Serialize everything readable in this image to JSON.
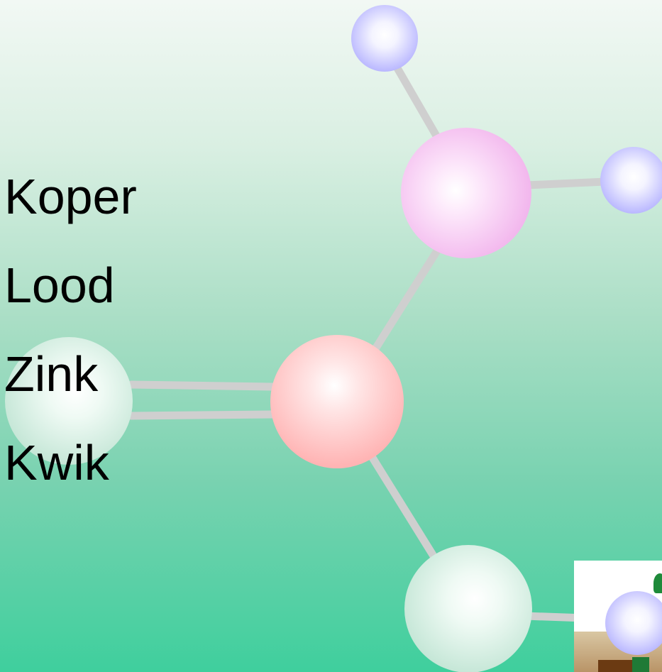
{
  "list": {
    "items": [
      "Koper",
      "Lood",
      "Zink",
      "Kwik"
    ]
  },
  "molecule": {
    "icon": "molecule-model-icon",
    "atom_colors": {
      "light_blue": "#d4d2ff",
      "pink": "#f7c6f2",
      "red": "#ffc3c3",
      "mint": "#d5efe4"
    },
    "bond_color": "#cfcfcf"
  },
  "corner_graphic": {
    "icon": "clip-art-icon"
  },
  "colors": {
    "background_top": "#f2f8f4",
    "background_bottom": "#3fcf9d",
    "text": "#000000"
  }
}
